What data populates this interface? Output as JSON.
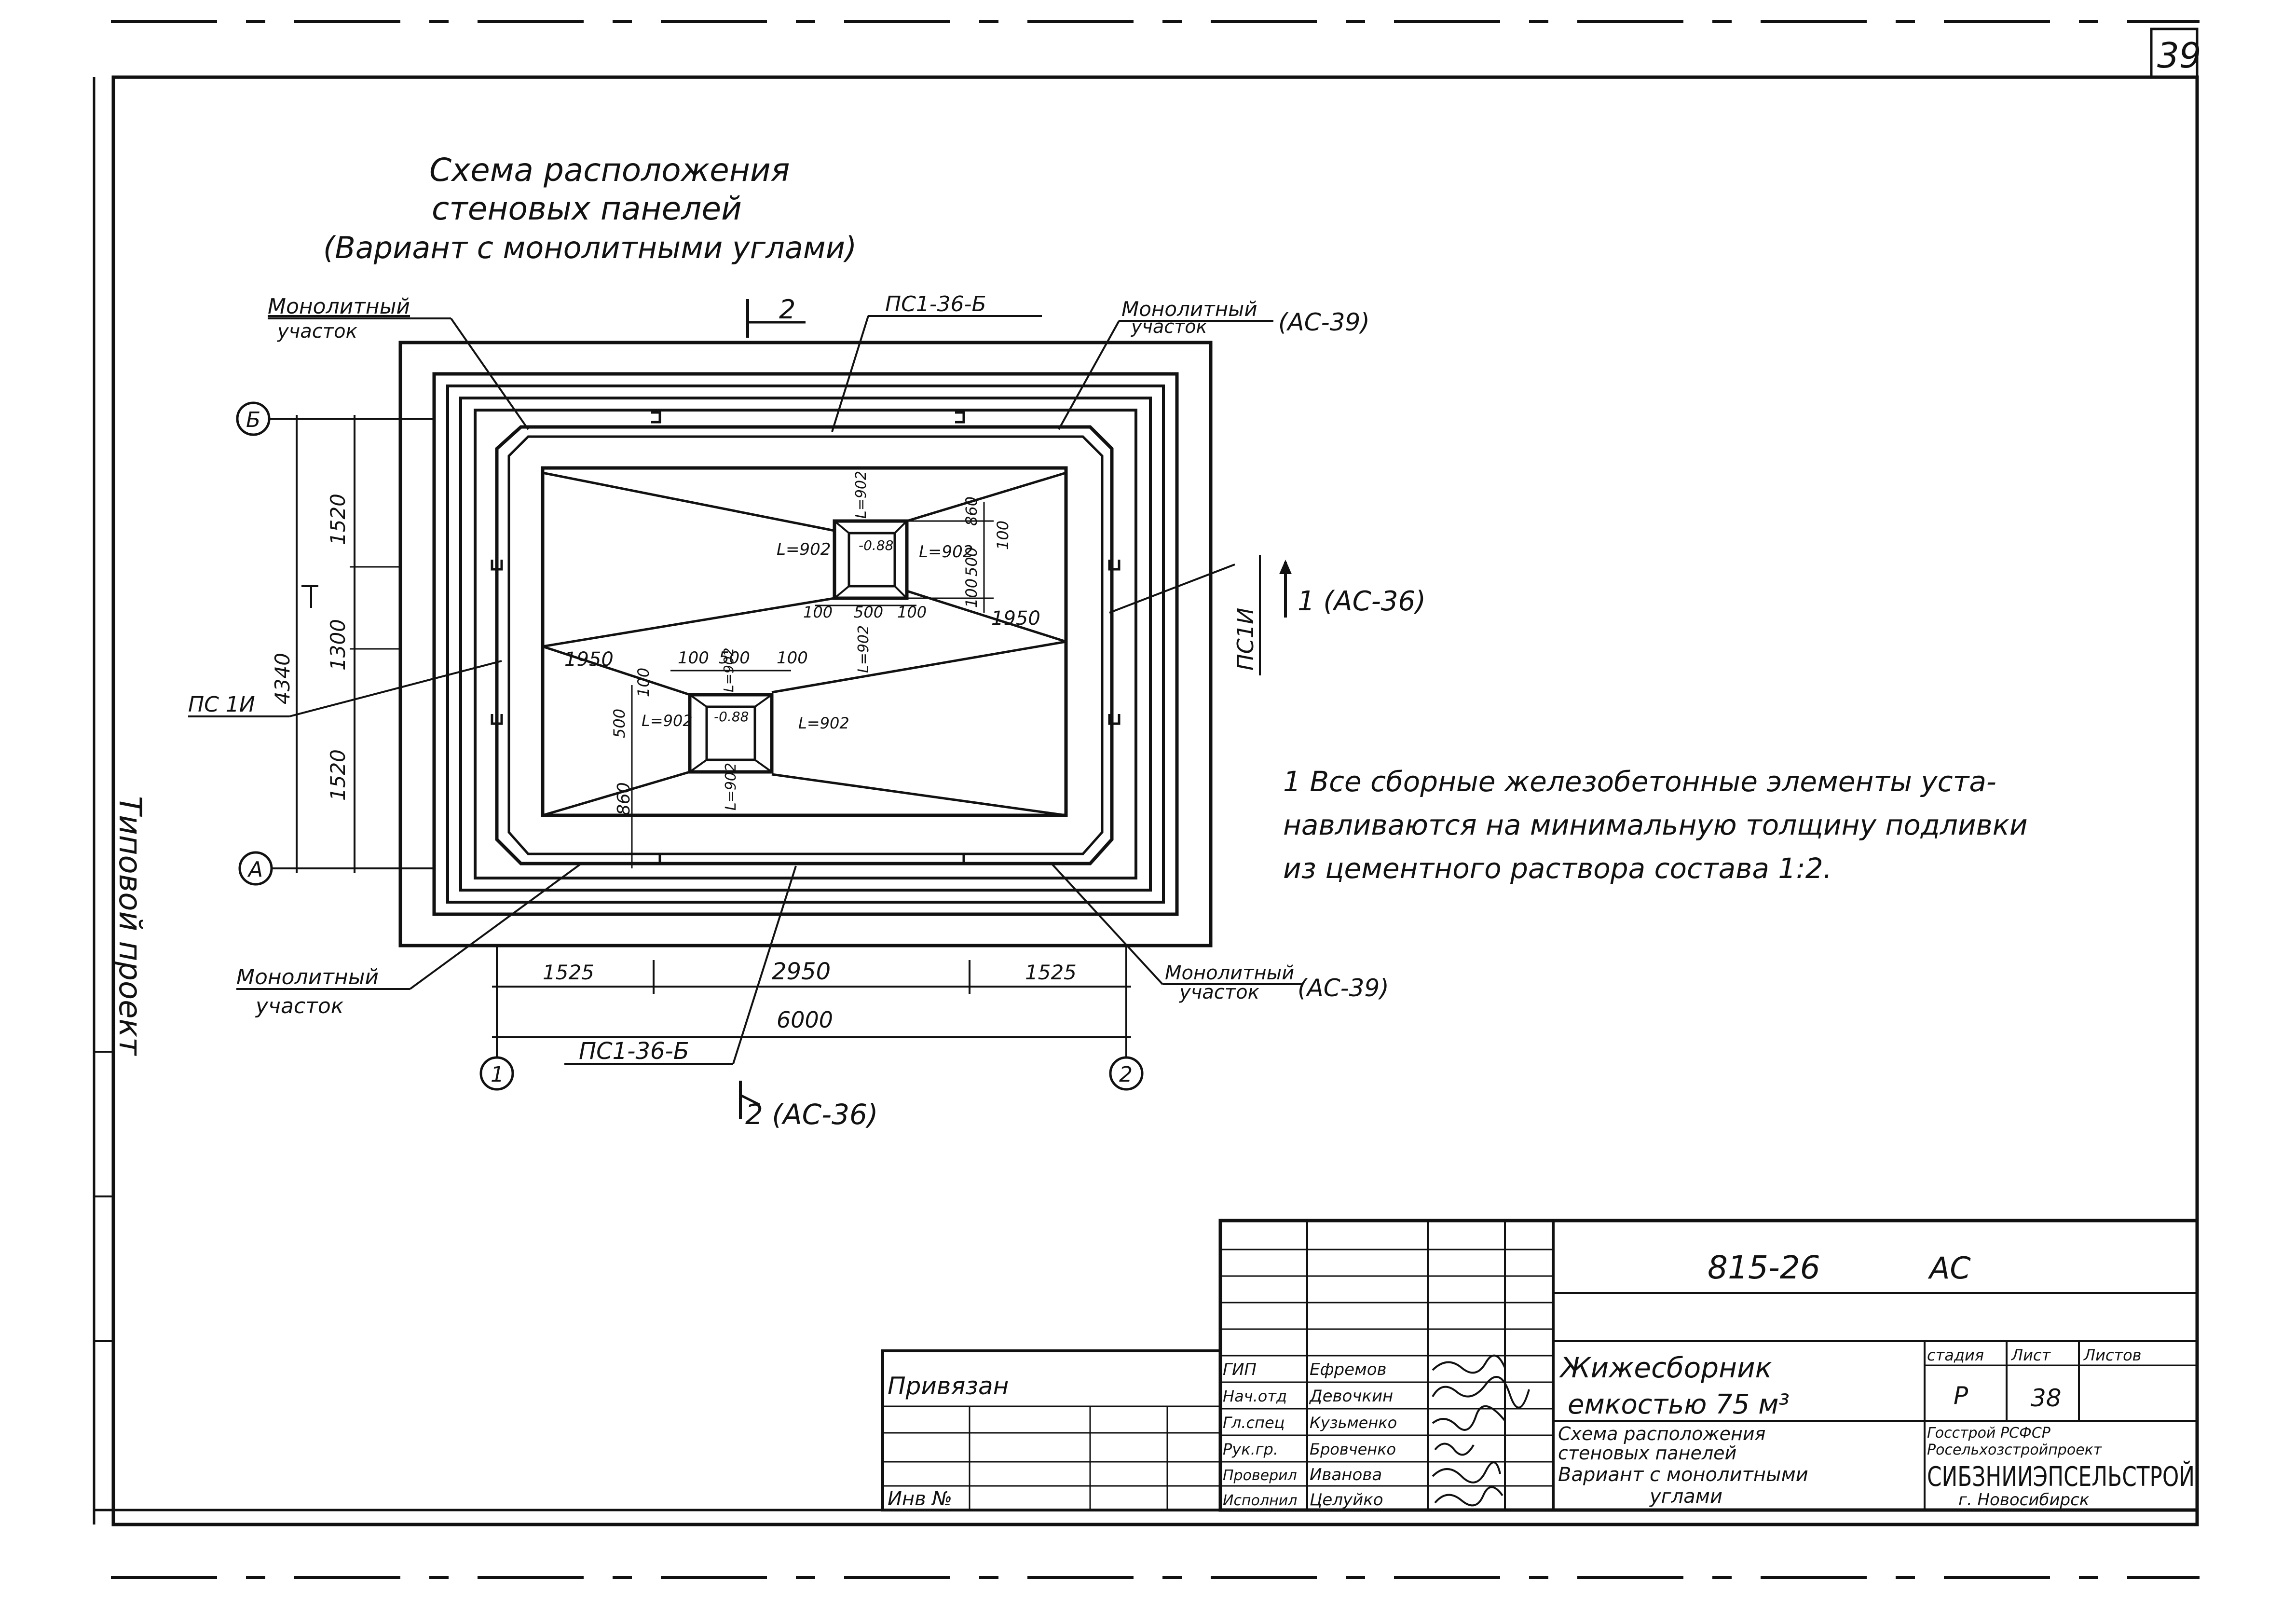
{
  "sheet_number": "39",
  "side_stamp": "Типовой проект",
  "title": {
    "line1": "Схема расположения",
    "line2": "стеновых панелей",
    "line3": "(Вариант с монолитными углами)"
  },
  "callouts": {
    "mono_top_left_1": "Монолитный",
    "mono_top_left_2": "участок",
    "mono_top_right_1": "Монолитный",
    "mono_top_right_2": "участок",
    "mono_top_right_ref": "(АС-39)",
    "mono_bot_left_1": "Монолитный",
    "mono_bot_left_2": "участок",
    "mono_bot_right_1": "Монолитный",
    "mono_bot_right_2": "участок",
    "mono_bot_right_ref": "(АС-39)",
    "panel_top": "ПС1-36-Б",
    "panel_bottom": "ПС1-36-Б",
    "panel_left": "ПС 1И",
    "panel_right": "ПС1И",
    "section_top": "2",
    "section_bottom": "2 (АС-36)",
    "section_right": "1 (АС-36)"
  },
  "axes": {
    "axis_b": "Б",
    "axis_a": "А",
    "axis_1": "1",
    "axis_2": "2"
  },
  "dimensions": {
    "bottom_left": "1525",
    "bottom_mid": "2950",
    "bottom_right": "1525",
    "bottom_total": "6000",
    "left_top": "1520",
    "left_mid": "1300",
    "left_bot": "1520",
    "left_total": "4340",
    "slope_top_right": "1950",
    "slope_mid_left": "1950",
    "pit_top_l": "L=902",
    "pit_top_r": "L=902",
    "pit_top_t": "L=902",
    "pit_top_b": "L=902",
    "pit_top_mark": "-0.88",
    "pit_top_d1": "100",
    "pit_top_d2": "500",
    "pit_top_d3": "100",
    "pit_top_r1": "860",
    "pit_top_r2": "100",
    "pit_top_r3": "500",
    "pit_top_r4": "100",
    "pit_bot_l": "L=902",
    "pit_bot_r": "L=902",
    "pit_bot_b": "L=902",
    "pit_bot_t": "L=902",
    "pit_bot_mark": "-0.88",
    "pit_bot_d1": "100",
    "pit_bot_d2": "500",
    "pit_bot_d3": "100",
    "pit_bot_l1": "500",
    "pit_bot_l2": "100",
    "pit_bot_l3": "860"
  },
  "note": {
    "line1": "1 Все сборные железобетонные элементы уста-",
    "line2": "навливаются на минимальную толщину подливки",
    "line3": "из цементного раствора состава 1:2."
  },
  "stamp": {
    "code": "815-26",
    "mark": "АС",
    "privyazan": "Привязан",
    "inv": "Инв №",
    "roles": [
      "ГИП",
      "Нач.отд",
      "Гл.спец",
      "Рук.гр.",
      "Проверил",
      "Исполнил"
    ],
    "names": [
      "Ефремов",
      "Девочкин",
      "Кузьменко",
      "Бровченко",
      "Иванова",
      "Целуйко"
    ],
    "object_1": "Жижесборник",
    "object_2": "емкостью 75 м³",
    "sheet_title_1": "Схема расположения",
    "sheet_title_2": "стеновых панелей",
    "sheet_title_3": "Вариант с монолитными",
    "sheet_title_4": "углами",
    "col_stage": "стадия",
    "col_sheet": "Лист",
    "col_sheets": "Листов",
    "stage": "Р",
    "sheet": "38",
    "org_1": "Госстрой РСФСР",
    "org_2": "Росельхозстройпроект",
    "org_3": "СИБЗНИИЭПСЕЛЬСТРОЙ",
    "org_4": "г. Новосибирск"
  }
}
